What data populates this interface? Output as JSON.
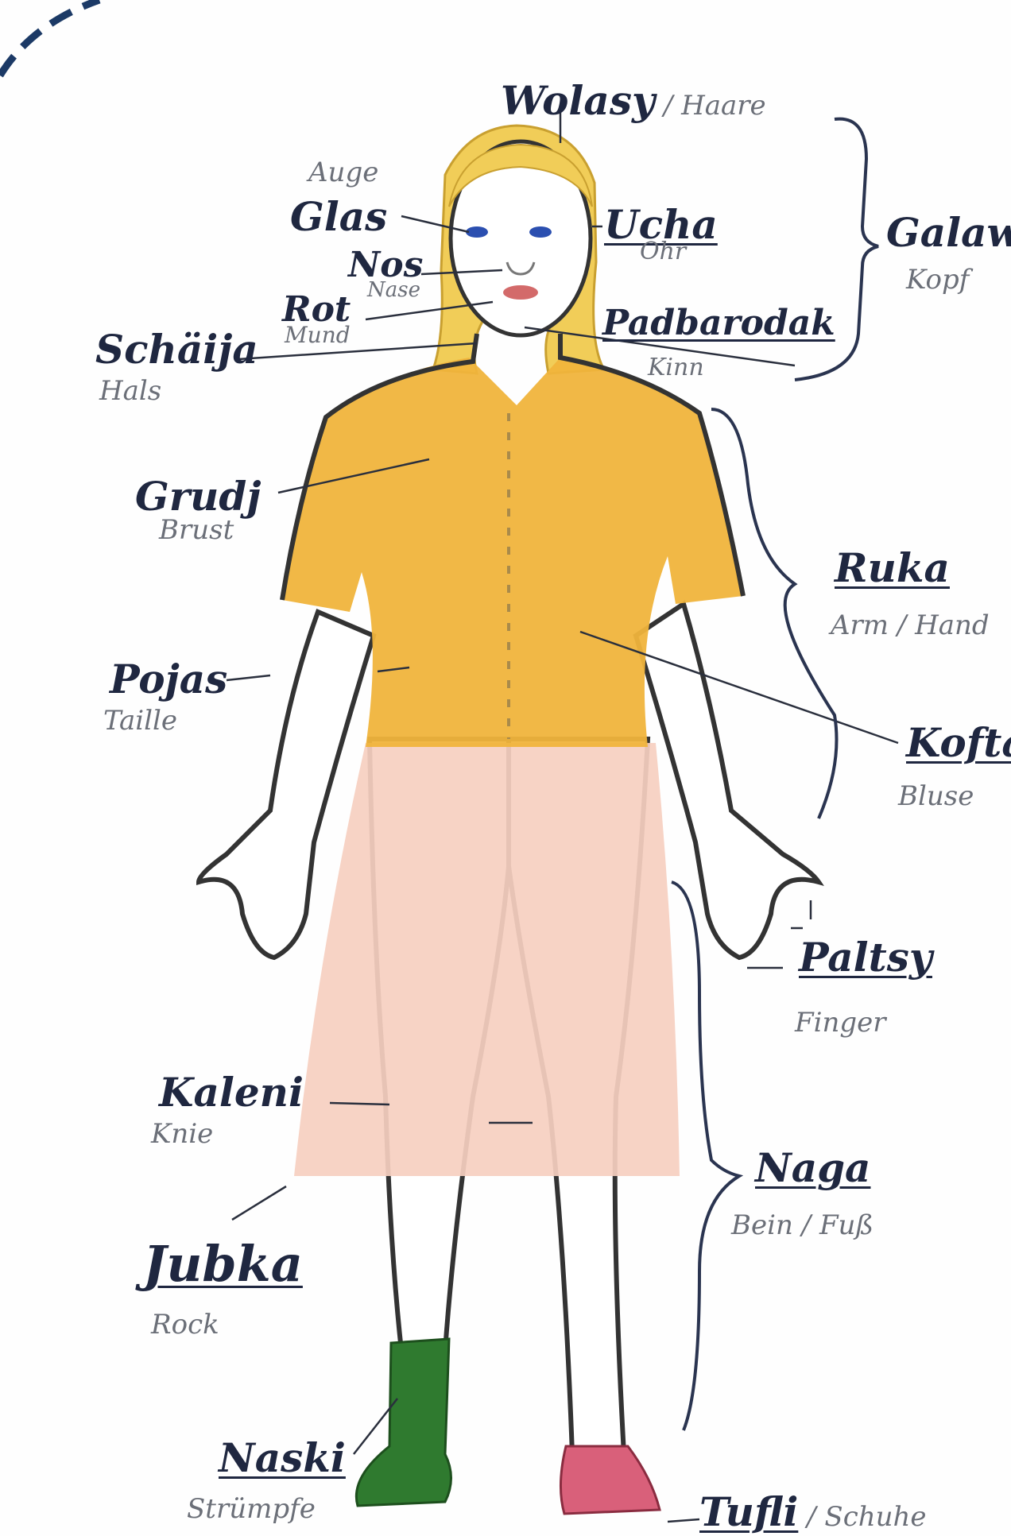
{
  "colors": {
    "ink": "#1f2740",
    "pencil": "#6b6f78",
    "hair": "#f1cd58",
    "blouse": "#f0b43c",
    "skirt": "#f6cfc0",
    "stockings": "#2f7a2f",
    "shoes": "#d9607a",
    "eyes": "#2b4fb0",
    "lips": "#d36a6a",
    "corner_arc": "#1c3a66"
  },
  "labels": [
    {
      "id": "wolasy",
      "word": "Wolasy",
      "translation": "Haare"
    },
    {
      "id": "glas",
      "word": "Glas",
      "translation": "Auge"
    },
    {
      "id": "nos",
      "word": "Nos",
      "translation": "Nase"
    },
    {
      "id": "rot",
      "word": "Rot",
      "translation": "Mund"
    },
    {
      "id": "schaija",
      "word": "Schäija",
      "translation": "Hals"
    },
    {
      "id": "ucha",
      "word": "Ucha",
      "translation": "Ohr"
    },
    {
      "id": "padbarodak",
      "word": "Padbarodak",
      "translation": "Kinn"
    },
    {
      "id": "galawa",
      "word": "Galawa",
      "translation": "Kopf"
    },
    {
      "id": "grudj",
      "word": "Grudj",
      "translation": "Brust"
    },
    {
      "id": "ruka",
      "word": "Ruka",
      "translation": "Arm / Hand"
    },
    {
      "id": "pojas",
      "word": "Pojas",
      "translation": "Taille"
    },
    {
      "id": "kofta",
      "word": "Kofta",
      "translation": "Bluse"
    },
    {
      "id": "paltsy",
      "word": "Paltsy",
      "translation": "Finger"
    },
    {
      "id": "kaleni",
      "word": "Kaleni",
      "translation": "Knie"
    },
    {
      "id": "naga",
      "word": "Naga",
      "translation": "Bein / Fuß"
    },
    {
      "id": "jubka",
      "word": "Jubka",
      "translation": "Rock"
    },
    {
      "id": "naski",
      "word": "Naski",
      "translation": "Strümpfe"
    },
    {
      "id": "tufli",
      "word": "Tufli",
      "translation": "Schuhe"
    }
  ]
}
